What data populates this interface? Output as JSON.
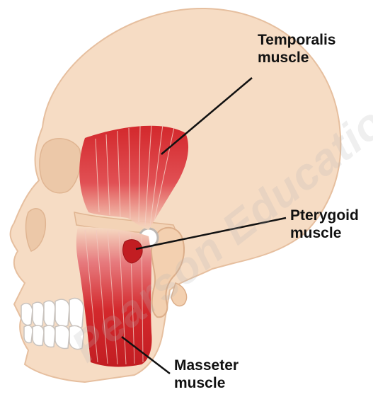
{
  "labels": {
    "temporalis": [
      "Temporalis",
      "muscle"
    ],
    "pterygoid": [
      "Pterygoid",
      "muscle"
    ],
    "masseter": [
      "Masseter",
      "muscle"
    ]
  },
  "watermark": "Pearson Educational Ltd",
  "colors": {
    "bone": "#f6dcc4",
    "bone_outline": "#e6bf9f",
    "muscle": "#d3282c",
    "muscle_dark": "#b01a1f",
    "teeth": "#ffffff",
    "leader_line": "#111111"
  }
}
